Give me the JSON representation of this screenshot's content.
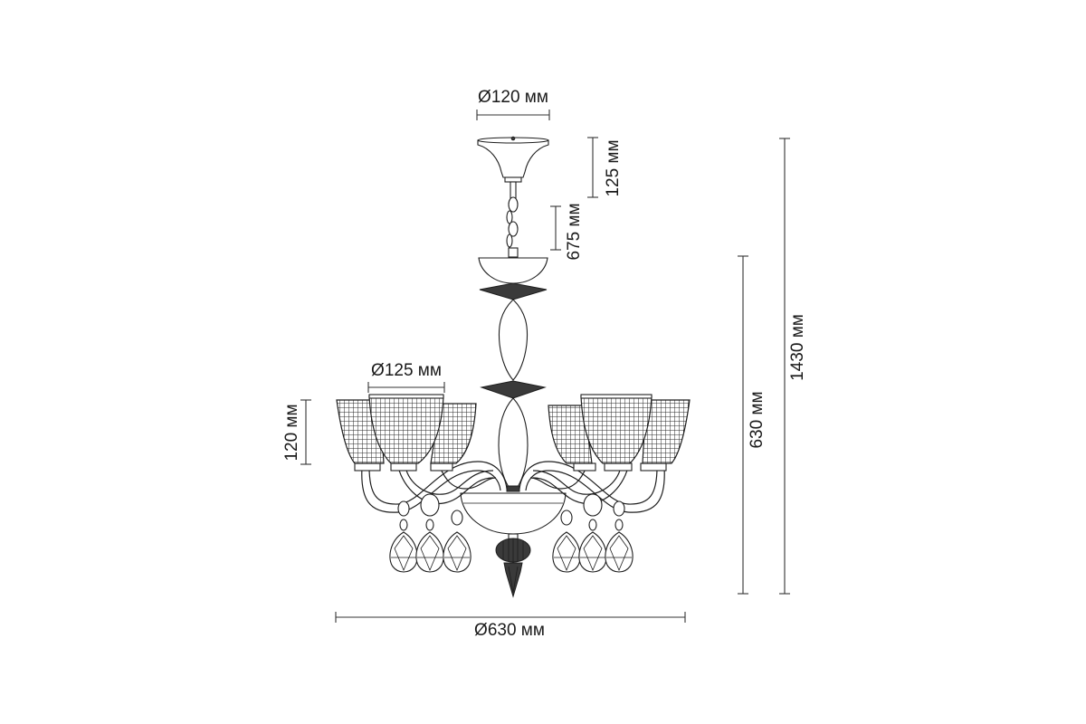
{
  "dimensions": {
    "canopy_diameter": "Ø120 мм",
    "canopy_height": "125 мм",
    "chain_length": "675 мм",
    "shade_diameter": "Ø125 мм",
    "shade_height": "120 мм",
    "body_height": "630 мм",
    "total_height": "1430 мм",
    "total_diameter": "Ø630 мм"
  },
  "colors": {
    "ink": "#1e1e1e",
    "background": "#ffffff"
  }
}
